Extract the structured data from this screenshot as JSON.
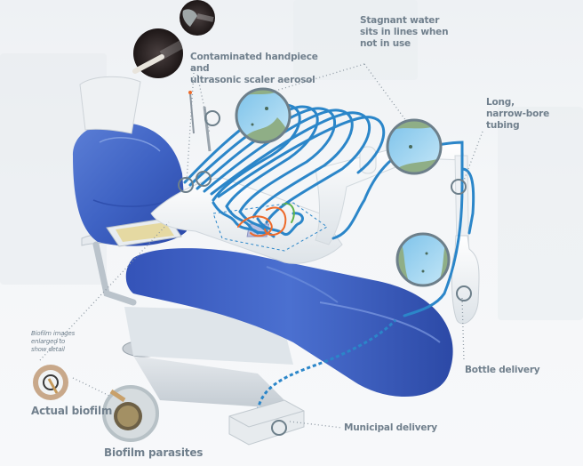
{
  "diagram": {
    "subject": "Dental unit waterline contamination sources",
    "colors": {
      "label_text": "#71808d",
      "tubing_blue": "#2b86c9",
      "chair_blue": "#3f63c4",
      "chair_blue_dark": "#2a48a8",
      "orange_line": "#ee6a2a",
      "green_line": "#5fb34a",
      "callout_ring": "#6d7f8a",
      "biofilm_water": "#9fd3ee",
      "biofilm_green": "#8fae86"
    },
    "labels": {
      "aerosol": "Contaminated handpiece and ultrasonic scaler aerosol",
      "aerosol_line1": "Contaminated handpiece and",
      "aerosol_line2": "ultrasonic scaler aerosol",
      "stagnant_line1": "Stagnant water",
      "stagnant_line2": "sits in lines when",
      "stagnant_line3": "not in use",
      "tubing_line1": "Long,",
      "tubing_line2": "narrow-bore",
      "tubing_line3": "tubing",
      "bottle": "Bottle delivery",
      "municipal": "Municipal delivery",
      "note_line1": "Biofilm images",
      "note_line2": "enlarged to",
      "note_line3": "show detail",
      "actual_biofilm": "Actual biofilm",
      "biofilm_parasites": "Biofilm parasites"
    },
    "callouts": [
      {
        "name": "handpiece-aerosol-photo",
        "type": "photo"
      },
      {
        "name": "scaler-aerosol-photo",
        "type": "photo"
      },
      {
        "name": "biofilm-magnifier-upper",
        "type": "magnifier"
      },
      {
        "name": "biofilm-magnifier-right",
        "type": "magnifier"
      },
      {
        "name": "biofilm-magnifier-lower",
        "type": "magnifier"
      },
      {
        "name": "actual-biofilm-photo",
        "type": "photo"
      },
      {
        "name": "biofilm-parasites-photo",
        "type": "photo"
      }
    ]
  }
}
